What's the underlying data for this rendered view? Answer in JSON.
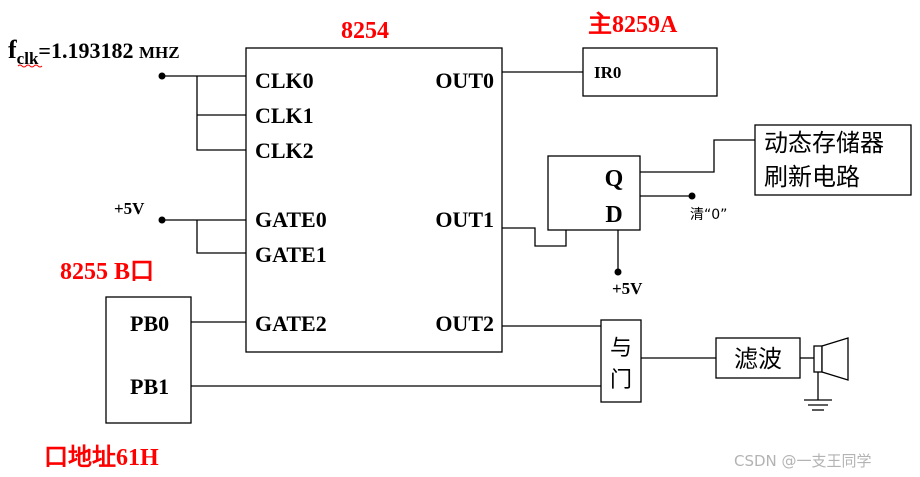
{
  "fclk": {
    "f": "f",
    "sub": "clk",
    "value": "=1.193182 ",
    "unit": "MHZ"
  },
  "chip_8254": {
    "title": "8254",
    "left_pins": [
      "CLK0",
      "CLK1",
      "CLK2",
      "GATE0",
      "GATE1",
      "GATE2"
    ],
    "right_pins": [
      "OUT0",
      "OUT1",
      "OUT2"
    ]
  },
  "pic_8259": {
    "title": "主8259A",
    "pin": "IR0"
  },
  "vcc_label": "+5V",
  "flipflop": {
    "q": "Q",
    "d": "D",
    "vcc": "+5V",
    "clear": "清“0”"
  },
  "refresh_box": {
    "line1": "动态存储器",
    "line2": "刷新电路"
  },
  "ppi_8255": {
    "title": "8255 B口",
    "pins": [
      "PB0",
      "PB1"
    ],
    "address": "口地址61H"
  },
  "and_gate": {
    "line1": "与",
    "line2": "门"
  },
  "filter": "滤波",
  "watermark": "CSDN @一支王同学",
  "colors": {
    "red": "#ff0000",
    "black": "#000000",
    "watermark": "#b3b3b3"
  }
}
